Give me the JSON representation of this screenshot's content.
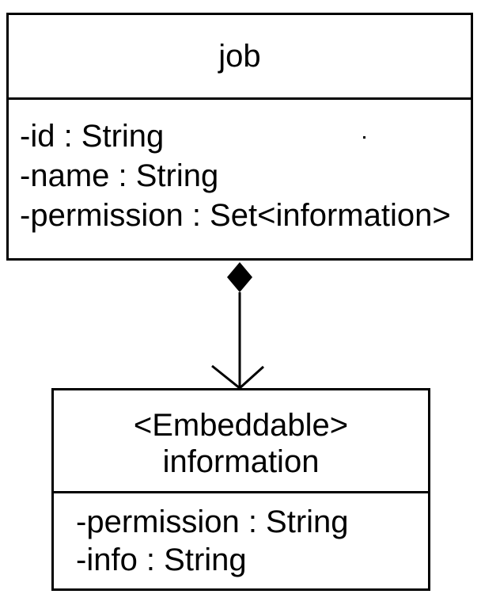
{
  "diagram": {
    "classes": [
      {
        "name": "job",
        "attributes": [
          "-id : String",
          "-name : String",
          "-permission : Set<information>"
        ]
      },
      {
        "stereotype": "<Embeddable>",
        "name": "information",
        "attributes": [
          "-permission : String",
          "-info : String"
        ]
      }
    ],
    "relationship": {
      "type": "composition",
      "from": "job",
      "to": "information",
      "diamond_end": "filled-diamond at job",
      "arrow_end": "open-arrowhead at information"
    },
    "colors": {
      "line": "#000000",
      "background": "#ffffff",
      "text": "#000000"
    }
  }
}
